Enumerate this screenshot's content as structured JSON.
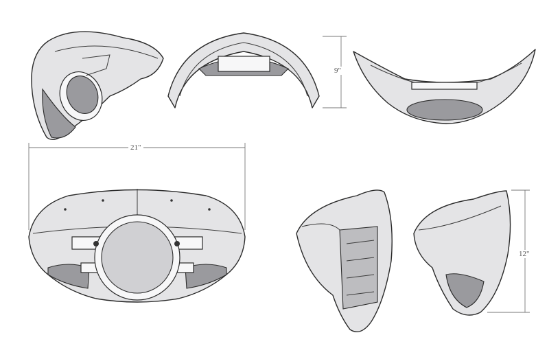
{
  "dimensions": {
    "width": "21\"",
    "height_top": "9\"",
    "height_side": "12\""
  },
  "colors": {
    "surface": "#e4e4e6",
    "shadow": "#9a9a9e",
    "outline": "#2a2a2a"
  }
}
